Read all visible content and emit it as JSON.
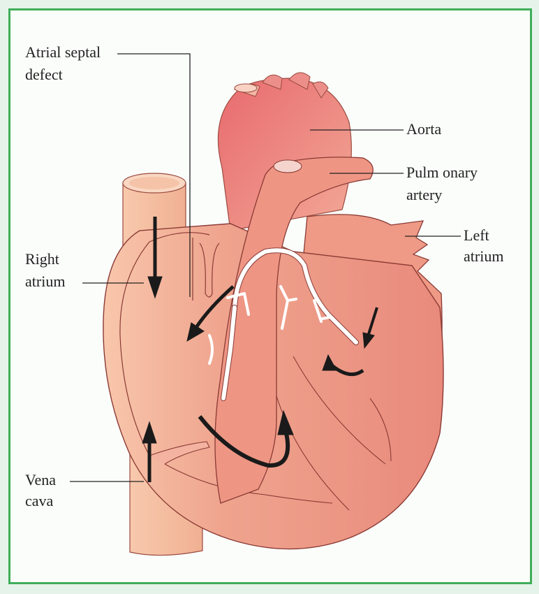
{
  "diagram": {
    "colors": {
      "frame_border": "#3fae5a",
      "heart_light": "#f6bca0",
      "heart_main": "#ec9382",
      "heart_dark": "#e0706a",
      "outline": "#8a3a34",
      "arrow": "#1a1a1a",
      "vessel_lines": "#ffffff"
    },
    "labels": {
      "asd_line1": "Atrial septal",
      "asd_line2": "defect",
      "aorta": "Aorta",
      "pulmonary_line1": "Pulm onary",
      "pulmonary_line2": "artery",
      "left_atrium_line1": "Left",
      "left_atrium_line2": "atrium",
      "right_atrium_line1": "Right",
      "right_atrium_line2": "atrium",
      "vena_cava_line1": "Vena",
      "vena_cava_line2": "cava"
    }
  }
}
